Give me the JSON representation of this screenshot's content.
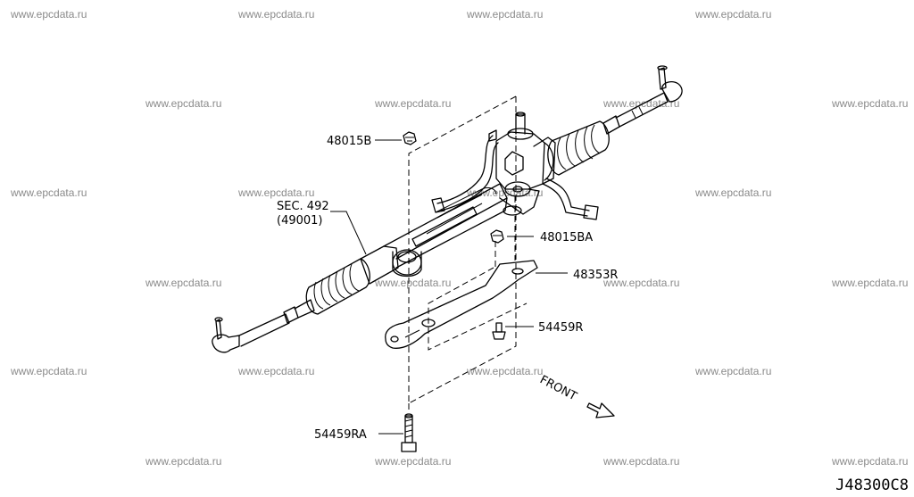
{
  "watermark": "www.epcdata.ru",
  "diagram_code": "J48300C8",
  "labels": {
    "nut_48015b": "48015B",
    "sec_ref": "SEC. 492",
    "sec_sub": "(49001)",
    "nut_48015ba": "48015BA",
    "bracket_48353r": "48353R",
    "bolt_54459r": "54459R",
    "bolt_54459ra": "54459RA",
    "front": "FRONT"
  }
}
